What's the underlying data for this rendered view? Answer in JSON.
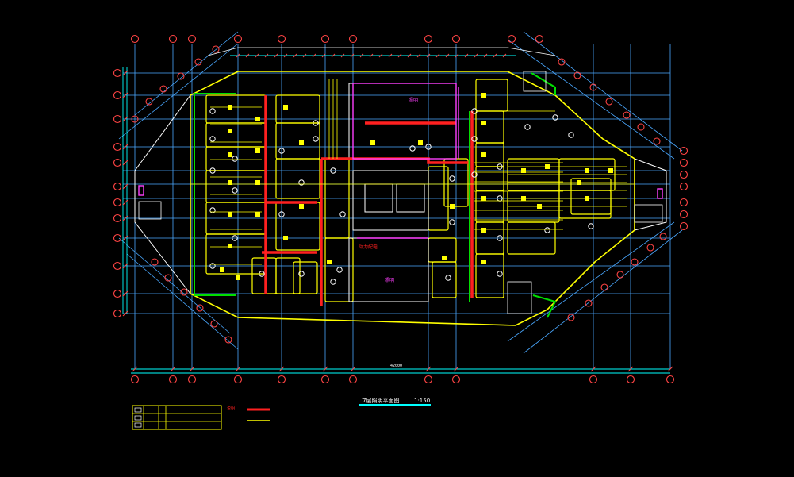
{
  "title": {
    "text": "7层照明平面图",
    "scale": "1:150"
  },
  "legend": {
    "rows": [
      {
        "sym": "",
        "name": ""
      },
      {
        "sym": "",
        "name": ""
      },
      {
        "sym": "",
        "name": ""
      }
    ],
    "note": "说明",
    "line_samples": [
      {
        "color": "#ff2020"
      },
      {
        "color": "#ffff00"
      }
    ]
  },
  "labels": {
    "room_top": "照明",
    "room_bottom": "照明",
    "red_tag": "动力配电",
    "dim_bottom": "42000"
  },
  "colors": {
    "background": "#000000",
    "wall": "#ffff00",
    "grid": "#4aa8ff",
    "dim": "#00ffff",
    "red": "#ff2020",
    "green": "#00e000",
    "magenta": "#ff40ff",
    "white": "#ffffff",
    "axis_bubble": "#ff4444"
  }
}
